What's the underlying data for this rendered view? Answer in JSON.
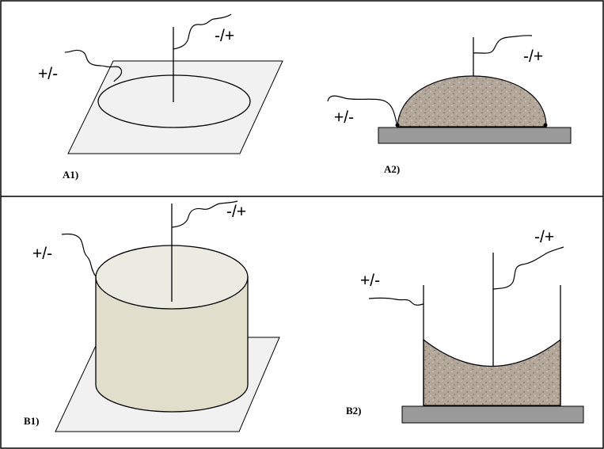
{
  "panels": [
    {
      "id": "A1",
      "label": "A1)",
      "left_terminal": "+/-",
      "right_terminal": "-/+"
    },
    {
      "id": "A2",
      "label": "A2)",
      "left_terminal": "+/-",
      "right_terminal": "-/+"
    },
    {
      "id": "B1",
      "label": "B1)",
      "left_terminal": "+/-",
      "right_terminal": "-/+"
    },
    {
      "id": "B2",
      "label": "B2)",
      "left_terminal": "+/-",
      "right_terminal": "-/+"
    }
  ],
  "colors": {
    "plate": "#f1f1f1",
    "cylinder_top": "#ecebe1",
    "cylinder_side": "#e1dfcb",
    "sediment": "#b0a496",
    "base": "#9a9a9a"
  }
}
